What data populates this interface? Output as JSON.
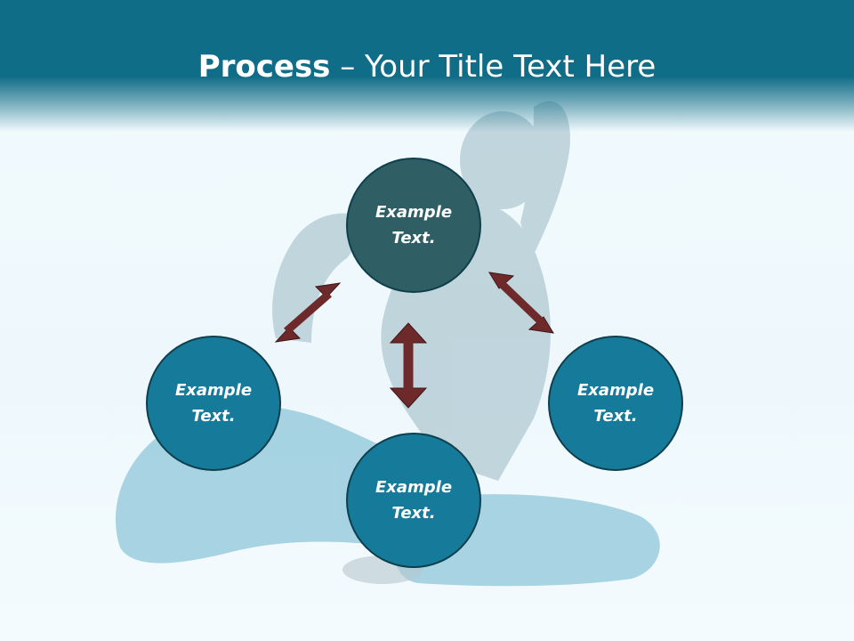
{
  "title": {
    "bold": "Process",
    "rest": " – Your Title Text Here"
  },
  "colors": {
    "header": "#106d87",
    "node_top": "#2f5e64",
    "node_outer": "#167b9a",
    "arrow": "#6e2a2a"
  },
  "nodes": [
    {
      "id": "top",
      "label": "Example Text."
    },
    {
      "id": "left",
      "label": "Example Text."
    },
    {
      "id": "right",
      "label": "Example Text."
    },
    {
      "id": "bottom",
      "label": "Example Text."
    }
  ],
  "connectors": [
    {
      "from": "top",
      "to": "left",
      "style": "double-arrow"
    },
    {
      "from": "top",
      "to": "right",
      "style": "double-arrow"
    },
    {
      "from": "top",
      "to": "bottom",
      "style": "double-arrow"
    }
  ]
}
